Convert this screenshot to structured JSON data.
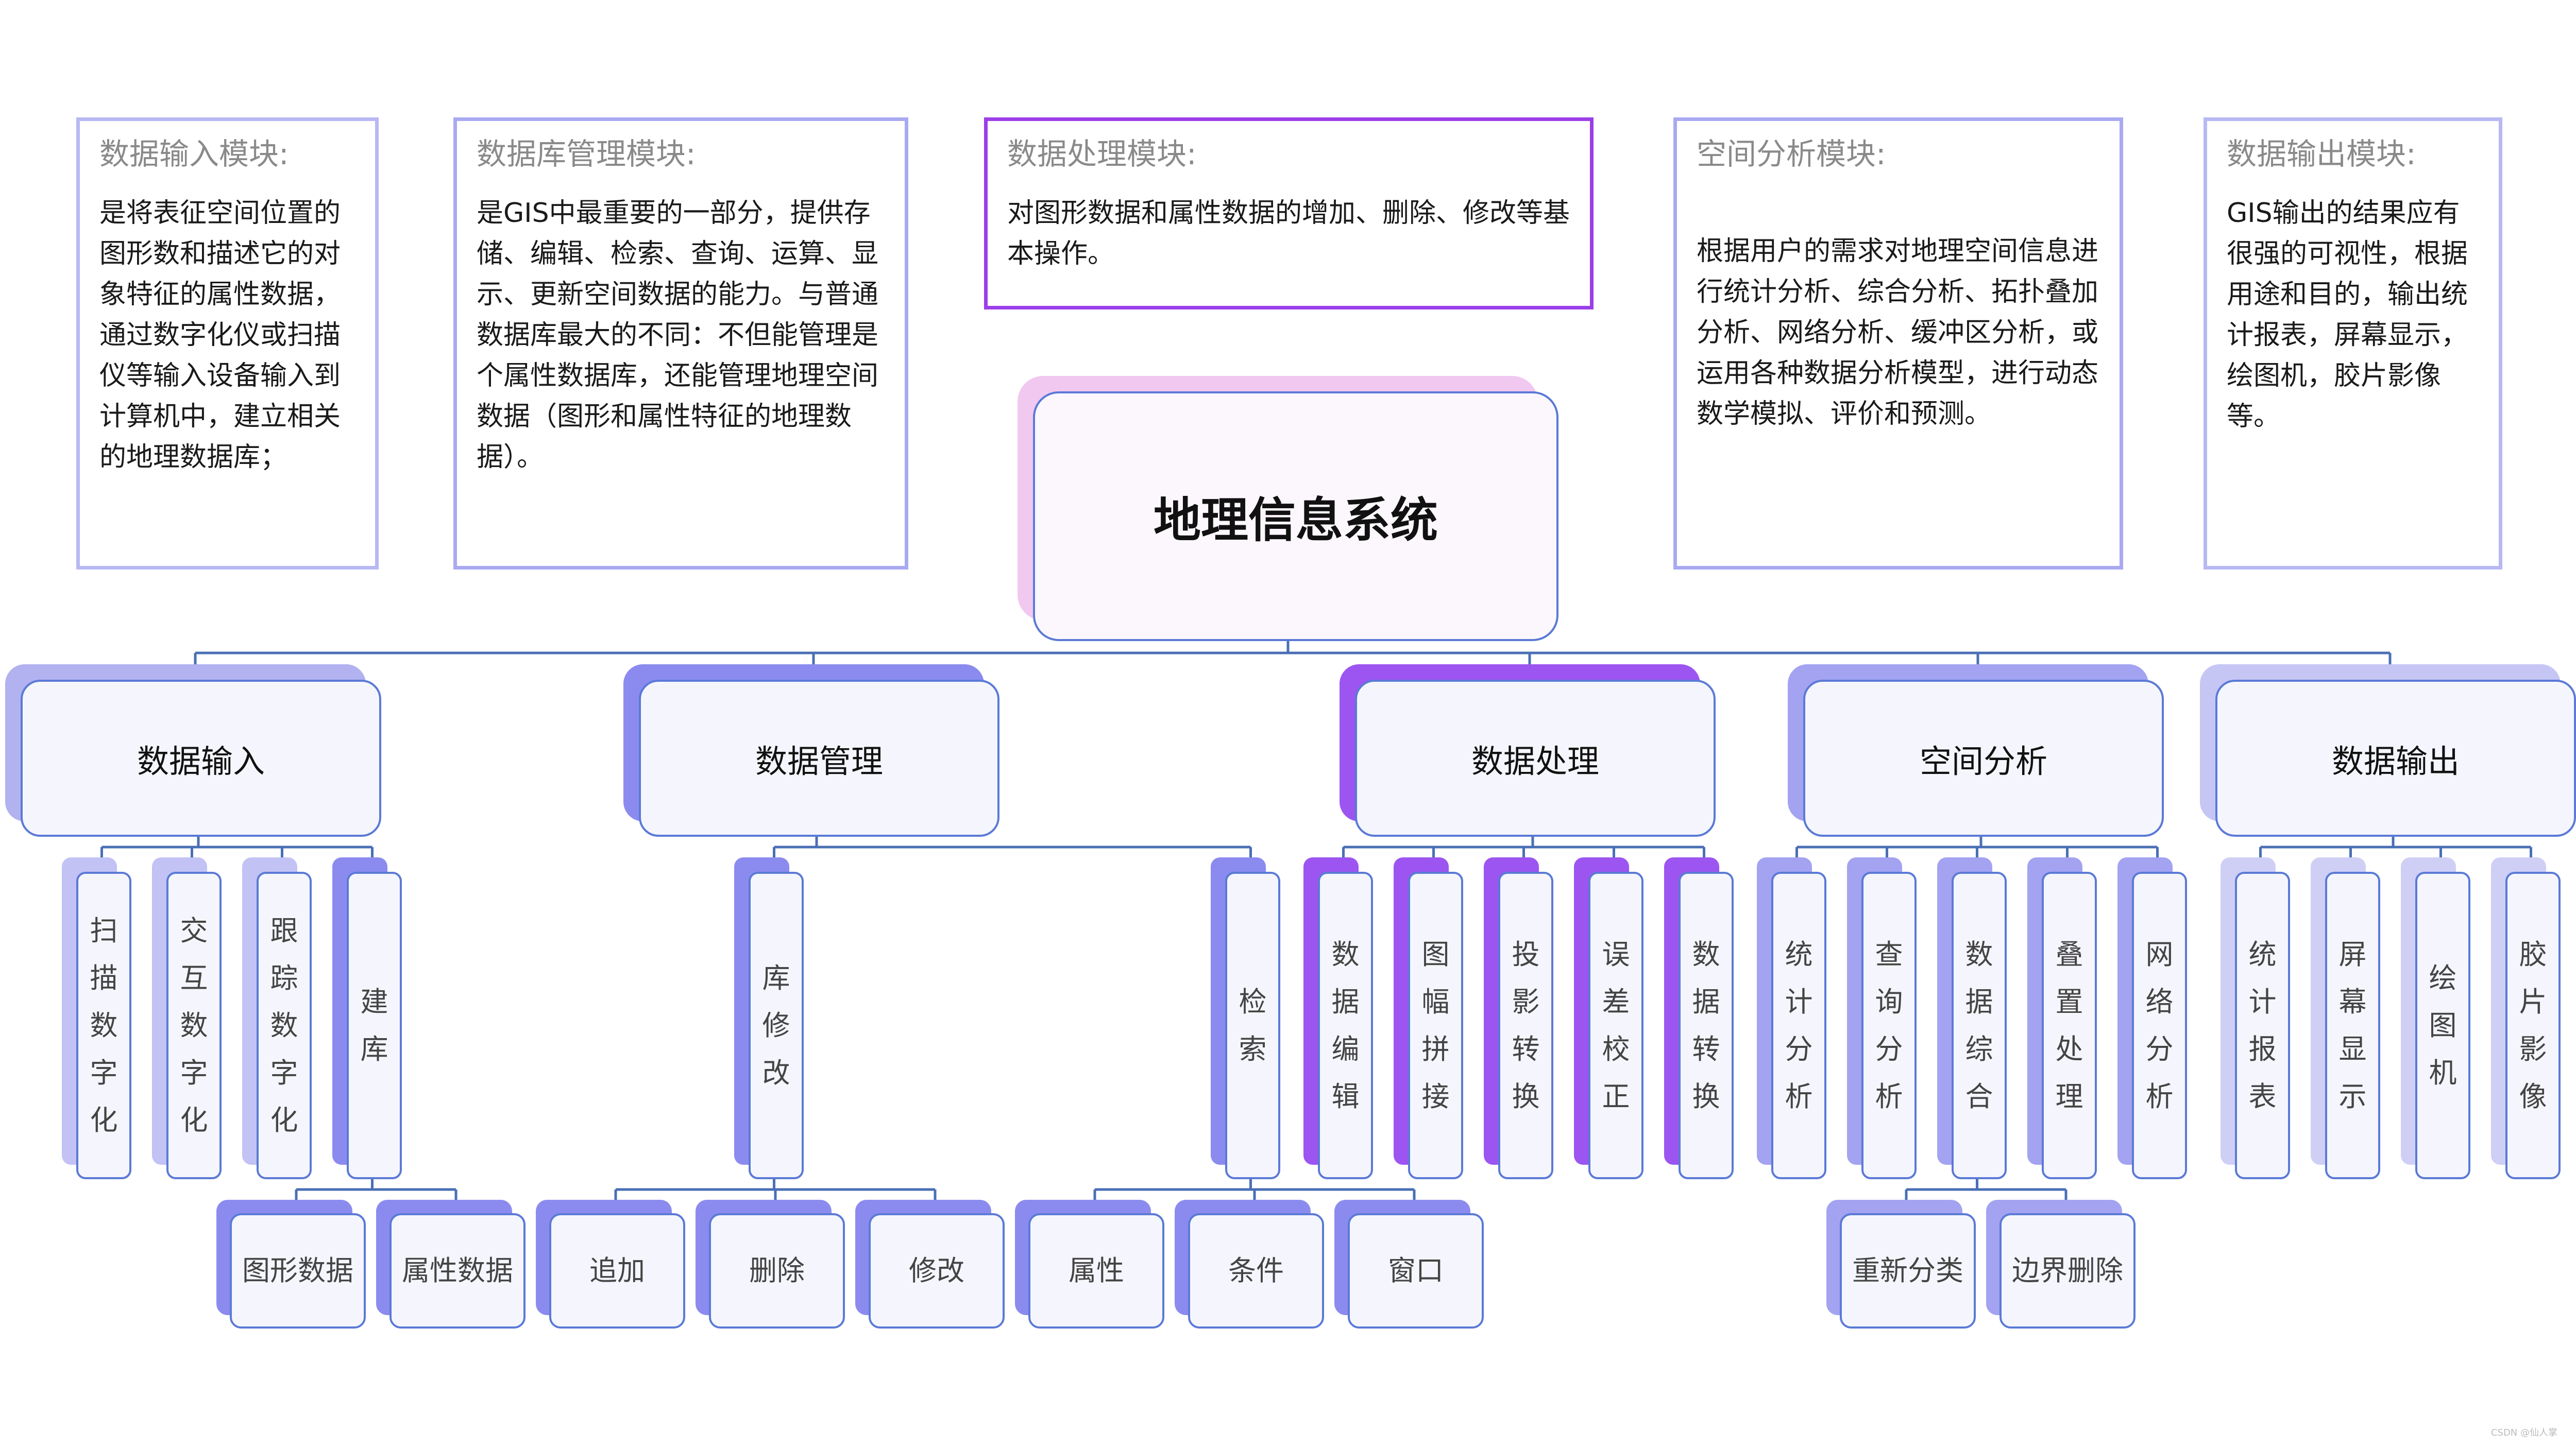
{
  "root": {
    "label": "地理信息系统"
  },
  "descriptions": [
    {
      "id": "input",
      "title": "数据输入模块:",
      "body": "是将表征空间位置的图形数和描述它的对象特征的属性数据，通过数字化仪或扫描仪等输入设备输入到计算机中，建立相关的地理数据库；"
    },
    {
      "id": "db",
      "title": "数据库管理模块:",
      "body": "是GIS中最重要的一部分，提供存储、编辑、检索、查询、运算、显示、更新空间数据的能力。与普通数据库最大的不同：不但能管理是个属性数据库，还能管理地理空间数据（图形和属性特征的地理数据）。"
    },
    {
      "id": "proc",
      "title": "数据处理模块:",
      "body": "对图形数据和属性数据的增加、删除、修改等基本操作。"
    },
    {
      "id": "spatial",
      "title": "空间分析模块:",
      "body": "根据用户的需求对地理空间信息进行统计分析、综合分析、拓扑叠加分析、网络分析、缓冲区分析，或运用各种数据分析模型，进行动态数学模拟、评价和预测。"
    },
    {
      "id": "output",
      "title": "数据输出模块:",
      "body": "GIS输出的结果应有很强的可视性，根据用途和目的，输出统计报表，屏幕显示，绘图机，胶片影像等。"
    }
  ],
  "modules": [
    {
      "label": "数据输入",
      "color": "#b2b2f0"
    },
    {
      "label": "数据管理",
      "color": "#8b8bef"
    },
    {
      "label": "数据处理",
      "color": "#9c55f0"
    },
    {
      "label": "空间分析",
      "color": "#a3a3f1"
    },
    {
      "label": "数据输出",
      "color": "#c6c6f5"
    }
  ],
  "leaves": [
    {
      "label": "扫描数字化",
      "color": "#c2c2f4"
    },
    {
      "label": "交互数字化",
      "color": "#c2c2f4"
    },
    {
      "label": "跟踪数字化",
      "color": "#c2c2f4"
    },
    {
      "label": "建库",
      "color": "#8b8bef"
    },
    {
      "label": "库修改",
      "color": "#8b8bef"
    },
    {
      "label": "检索",
      "color": "#8b8bef"
    },
    {
      "label": "数据编辑",
      "color": "#9c55f0"
    },
    {
      "label": "图幅拼接",
      "color": "#9c55f0"
    },
    {
      "label": "投影转换",
      "color": "#9c55f0"
    },
    {
      "label": "误差校正",
      "color": "#9c55f0"
    },
    {
      "label": "数据转换",
      "color": "#9c55f0"
    },
    {
      "label": "统计分析",
      "color": "#a3a3f1"
    },
    {
      "label": "查询分析",
      "color": "#a3a3f1"
    },
    {
      "label": "数据综合",
      "color": "#a3a3f1"
    },
    {
      "label": "叠置处理",
      "color": "#a3a3f1"
    },
    {
      "label": "网络分析",
      "color": "#a3a3f1"
    },
    {
      "label": "统计报表",
      "color": "#cfcff6"
    },
    {
      "label": "屏幕显示",
      "color": "#cfcff6"
    },
    {
      "label": "绘图机",
      "color": "#cfcff6"
    },
    {
      "label": "胶片影像",
      "color": "#cfcff6"
    }
  ],
  "level3": [
    {
      "label": "图形数据",
      "color": "#8b8bef"
    },
    {
      "label": "属性数据",
      "color": "#8b8bef"
    },
    {
      "label": "追加",
      "color": "#8b8bef"
    },
    {
      "label": "删除",
      "color": "#8b8bef"
    },
    {
      "label": "修改",
      "color": "#8b8bef"
    },
    {
      "label": "属性",
      "color": "#8b8bef"
    },
    {
      "label": "条件",
      "color": "#8b8bef"
    },
    {
      "label": "窗口",
      "color": "#8b8bef"
    },
    {
      "label": "重新分类",
      "color": "#a3a3f1"
    },
    {
      "label": "边界删除",
      "color": "#a3a3f1"
    }
  ],
  "watermark": "CSDN @仙人掌",
  "line_color": "#4a6fb5"
}
